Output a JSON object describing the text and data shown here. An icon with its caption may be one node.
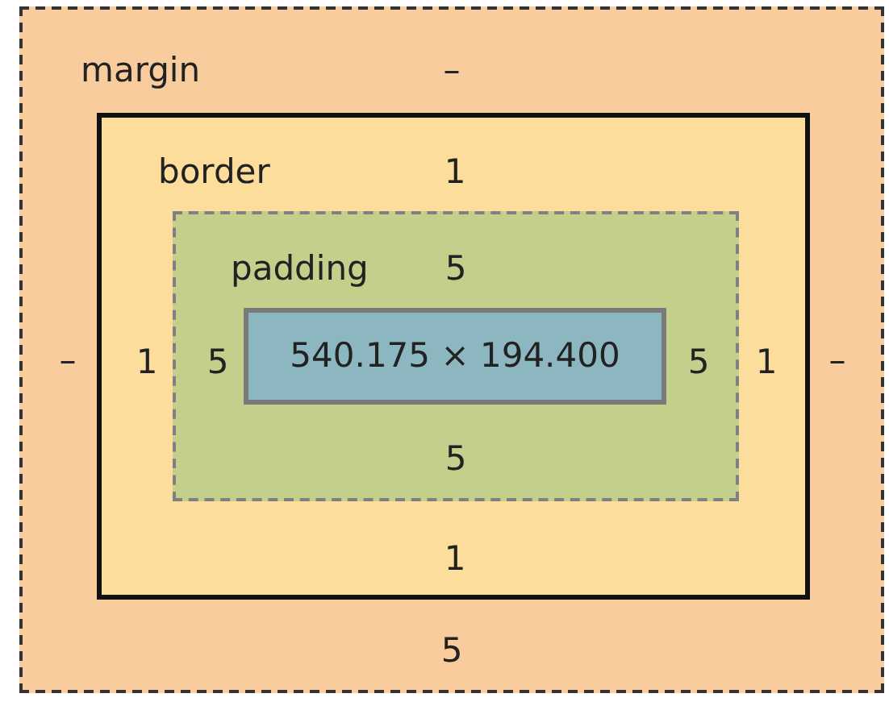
{
  "diagram": {
    "nodes": [
      {
        "text": [
          "margin",
          "–",
          "–",
          "–",
          "5"
        ]
      },
      {
        "text": [
          "border",
          "1",
          "1",
          "1",
          "1"
        ],
        "in": 0
      },
      {
        "text": [
          "padding",
          "5",
          "5",
          "5",
          "5"
        ],
        "in": 1
      },
      {
        "text": [
          "540.175 × 194.400"
        ],
        "in": 2
      }
    ]
  }
}
